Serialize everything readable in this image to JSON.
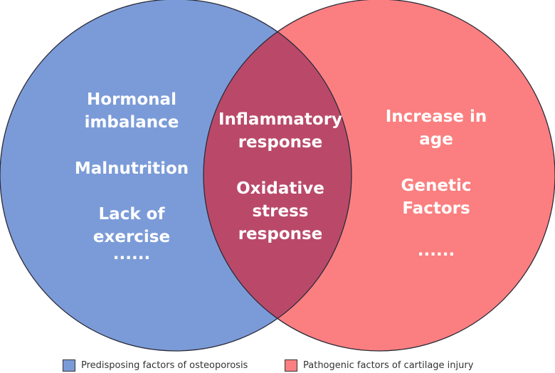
{
  "colors": {
    "left_fill": "#7b9bd8",
    "right_fill": "#fb7f80",
    "overlap_fill": "#ba4969",
    "outline": "#2b2b3a",
    "text": "#ffffff"
  },
  "diagram": {
    "left": {
      "lines": [
        "Hormonal",
        "imbalance",
        "Malnutrition",
        "Lack of",
        "exercise",
        "......"
      ]
    },
    "overlap": {
      "lines": [
        "Inflammatory",
        "response",
        "Oxidative",
        "stress",
        "response"
      ]
    },
    "right": {
      "lines": [
        "Increase in",
        "age",
        "Genetic",
        "Factors",
        "......"
      ]
    }
  },
  "legend": {
    "items": [
      {
        "label": "Predisposing factors of osteoporosis",
        "color": "#7b9bd8"
      },
      {
        "label": "Pathogenic factors of cartilage injury",
        "color": "#fb7f80"
      }
    ]
  }
}
